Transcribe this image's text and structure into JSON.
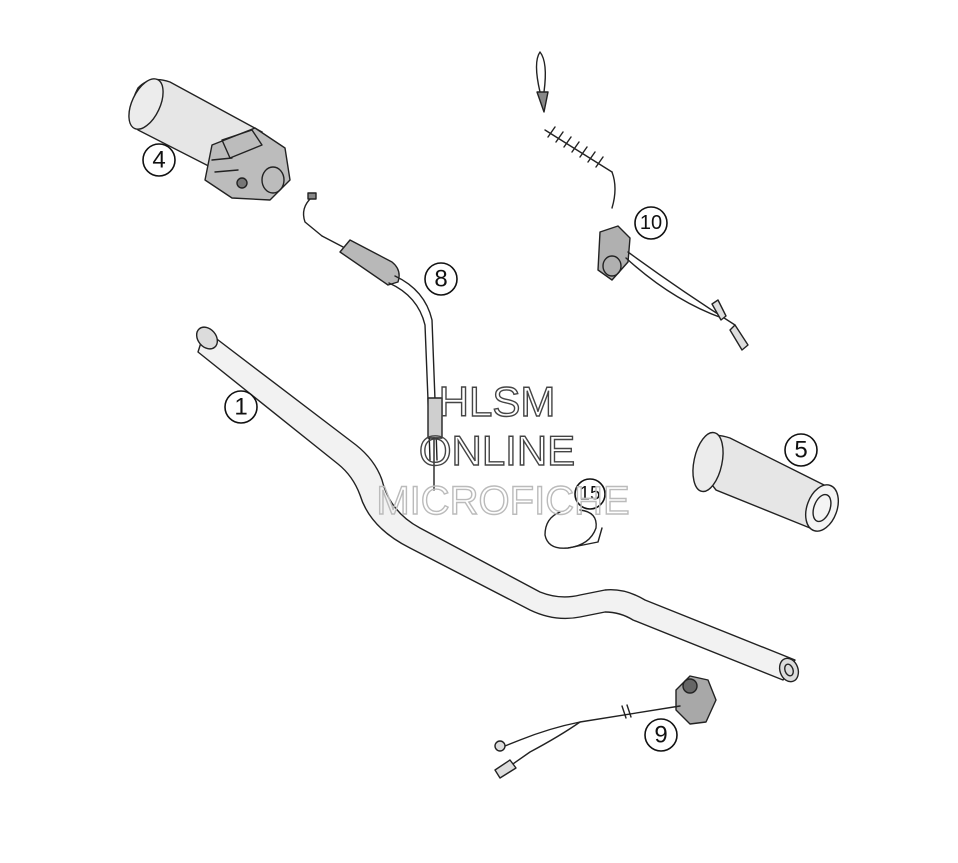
{
  "callouts": [
    {
      "id": "handlebar",
      "label": "1"
    },
    {
      "id": "throttle-grip",
      "label": "4"
    },
    {
      "id": "grip-right",
      "label": "5"
    },
    {
      "id": "throttle-cable",
      "label": "8"
    },
    {
      "id": "kill-switch",
      "label": "9"
    },
    {
      "id": "emergency-stop-switch",
      "label": "10"
    },
    {
      "id": "cable-tie",
      "label": "15"
    }
  ],
  "watermark": {
    "line1": "HLSM",
    "line2": "ONLINE",
    "line3": "MICROFICHE"
  },
  "colors": {
    "line": "#222222",
    "shade": "#dcdcdc",
    "watermark_dark": "#444444",
    "watermark_light": "#bbbbbb"
  }
}
